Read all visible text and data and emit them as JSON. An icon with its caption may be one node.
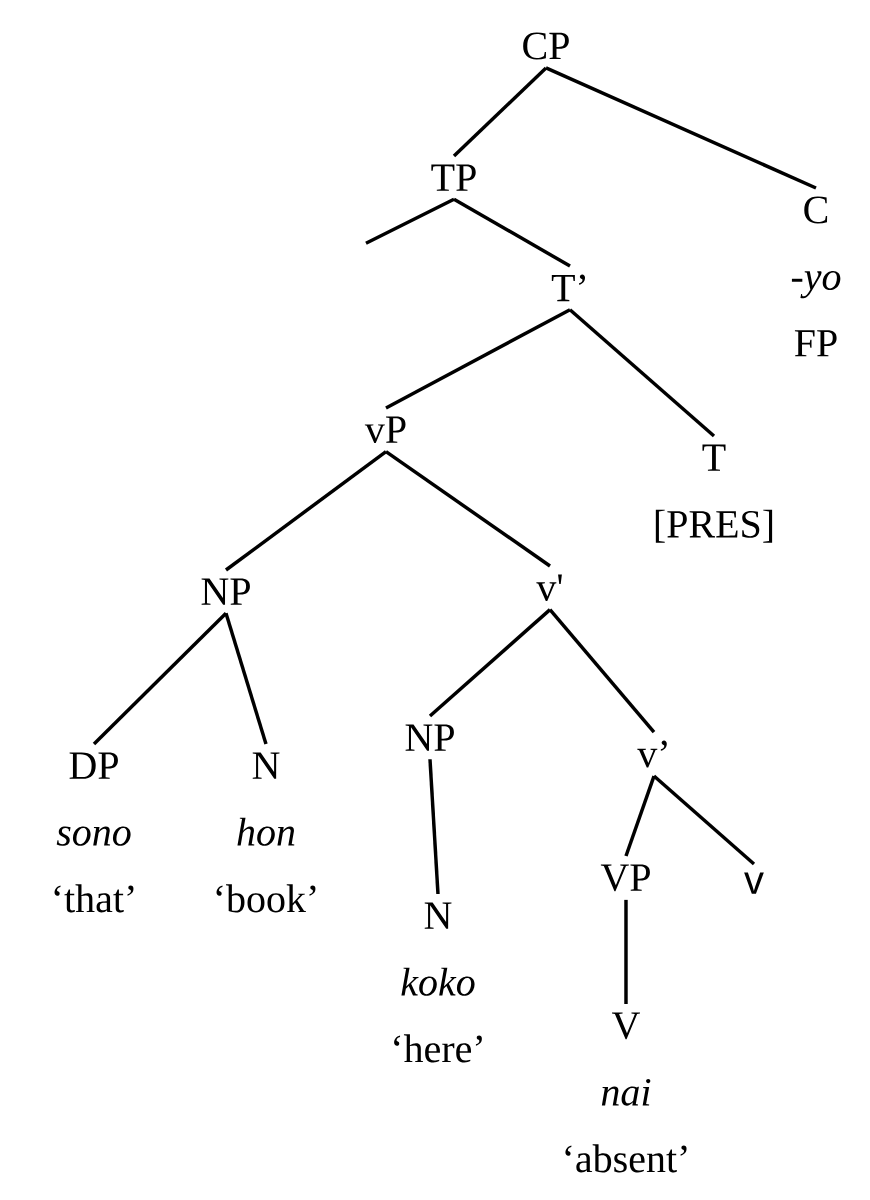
{
  "diagram": {
    "nodes": [
      {
        "text": [
          "CP"
        ]
      },
      {
        "text": [
          "TP"
        ]
      },
      {
        "text": [
          "C",
          "-yo",
          "FP"
        ]
      },
      {
        "text": [
          "T’"
        ]
      },
      {
        "text": [
          "vP"
        ]
      },
      {
        "text": [
          "T",
          "[PRES]"
        ]
      },
      {
        "text": [
          "NP"
        ]
      },
      {
        "text": [
          "v'"
        ]
      },
      {
        "text": [
          "DP",
          "sono",
          "‘that’"
        ]
      },
      {
        "text": [
          "N",
          "hon",
          "‘book’"
        ]
      },
      {
        "text": [
          "NP"
        ]
      },
      {
        "text": [
          "v’"
        ]
      },
      {
        "text": [
          "N",
          "koko",
          "‘here’"
        ]
      },
      {
        "text": [
          "VP"
        ]
      },
      {
        "text": [
          "v"
        ]
      },
      {
        "text": [
          "V",
          "nai",
          "‘absent’"
        ]
      }
    ],
    "edges": [
      {
        "from": 0,
        "to": 1,
        "arrow": "none"
      },
      {
        "from": 0,
        "to": 2,
        "arrow": "none"
      },
      {
        "from": 1,
        "to": null,
        "arrow": "none"
      },
      {
        "from": 1,
        "to": 3,
        "arrow": "none"
      },
      {
        "from": 3,
        "to": 4,
        "arrow": "none"
      },
      {
        "from": 3,
        "to": 5,
        "arrow": "none"
      },
      {
        "from": 4,
        "to": 6,
        "arrow": "none"
      },
      {
        "from": 4,
        "to": 7,
        "arrow": "none"
      },
      {
        "from": 6,
        "to": 8,
        "arrow": "none"
      },
      {
        "from": 6,
        "to": 9,
        "arrow": "none"
      },
      {
        "from": 7,
        "to": 10,
        "arrow": "none"
      },
      {
        "from": 7,
        "to": 11,
        "arrow": "none"
      },
      {
        "from": 10,
        "to": 12,
        "arrow": "none"
      },
      {
        "from": 11,
        "to": 13,
        "arrow": "none"
      },
      {
        "from": 11,
        "to": 14,
        "arrow": "none"
      },
      {
        "from": 13,
        "to": 15,
        "arrow": "none"
      }
    ]
  }
}
